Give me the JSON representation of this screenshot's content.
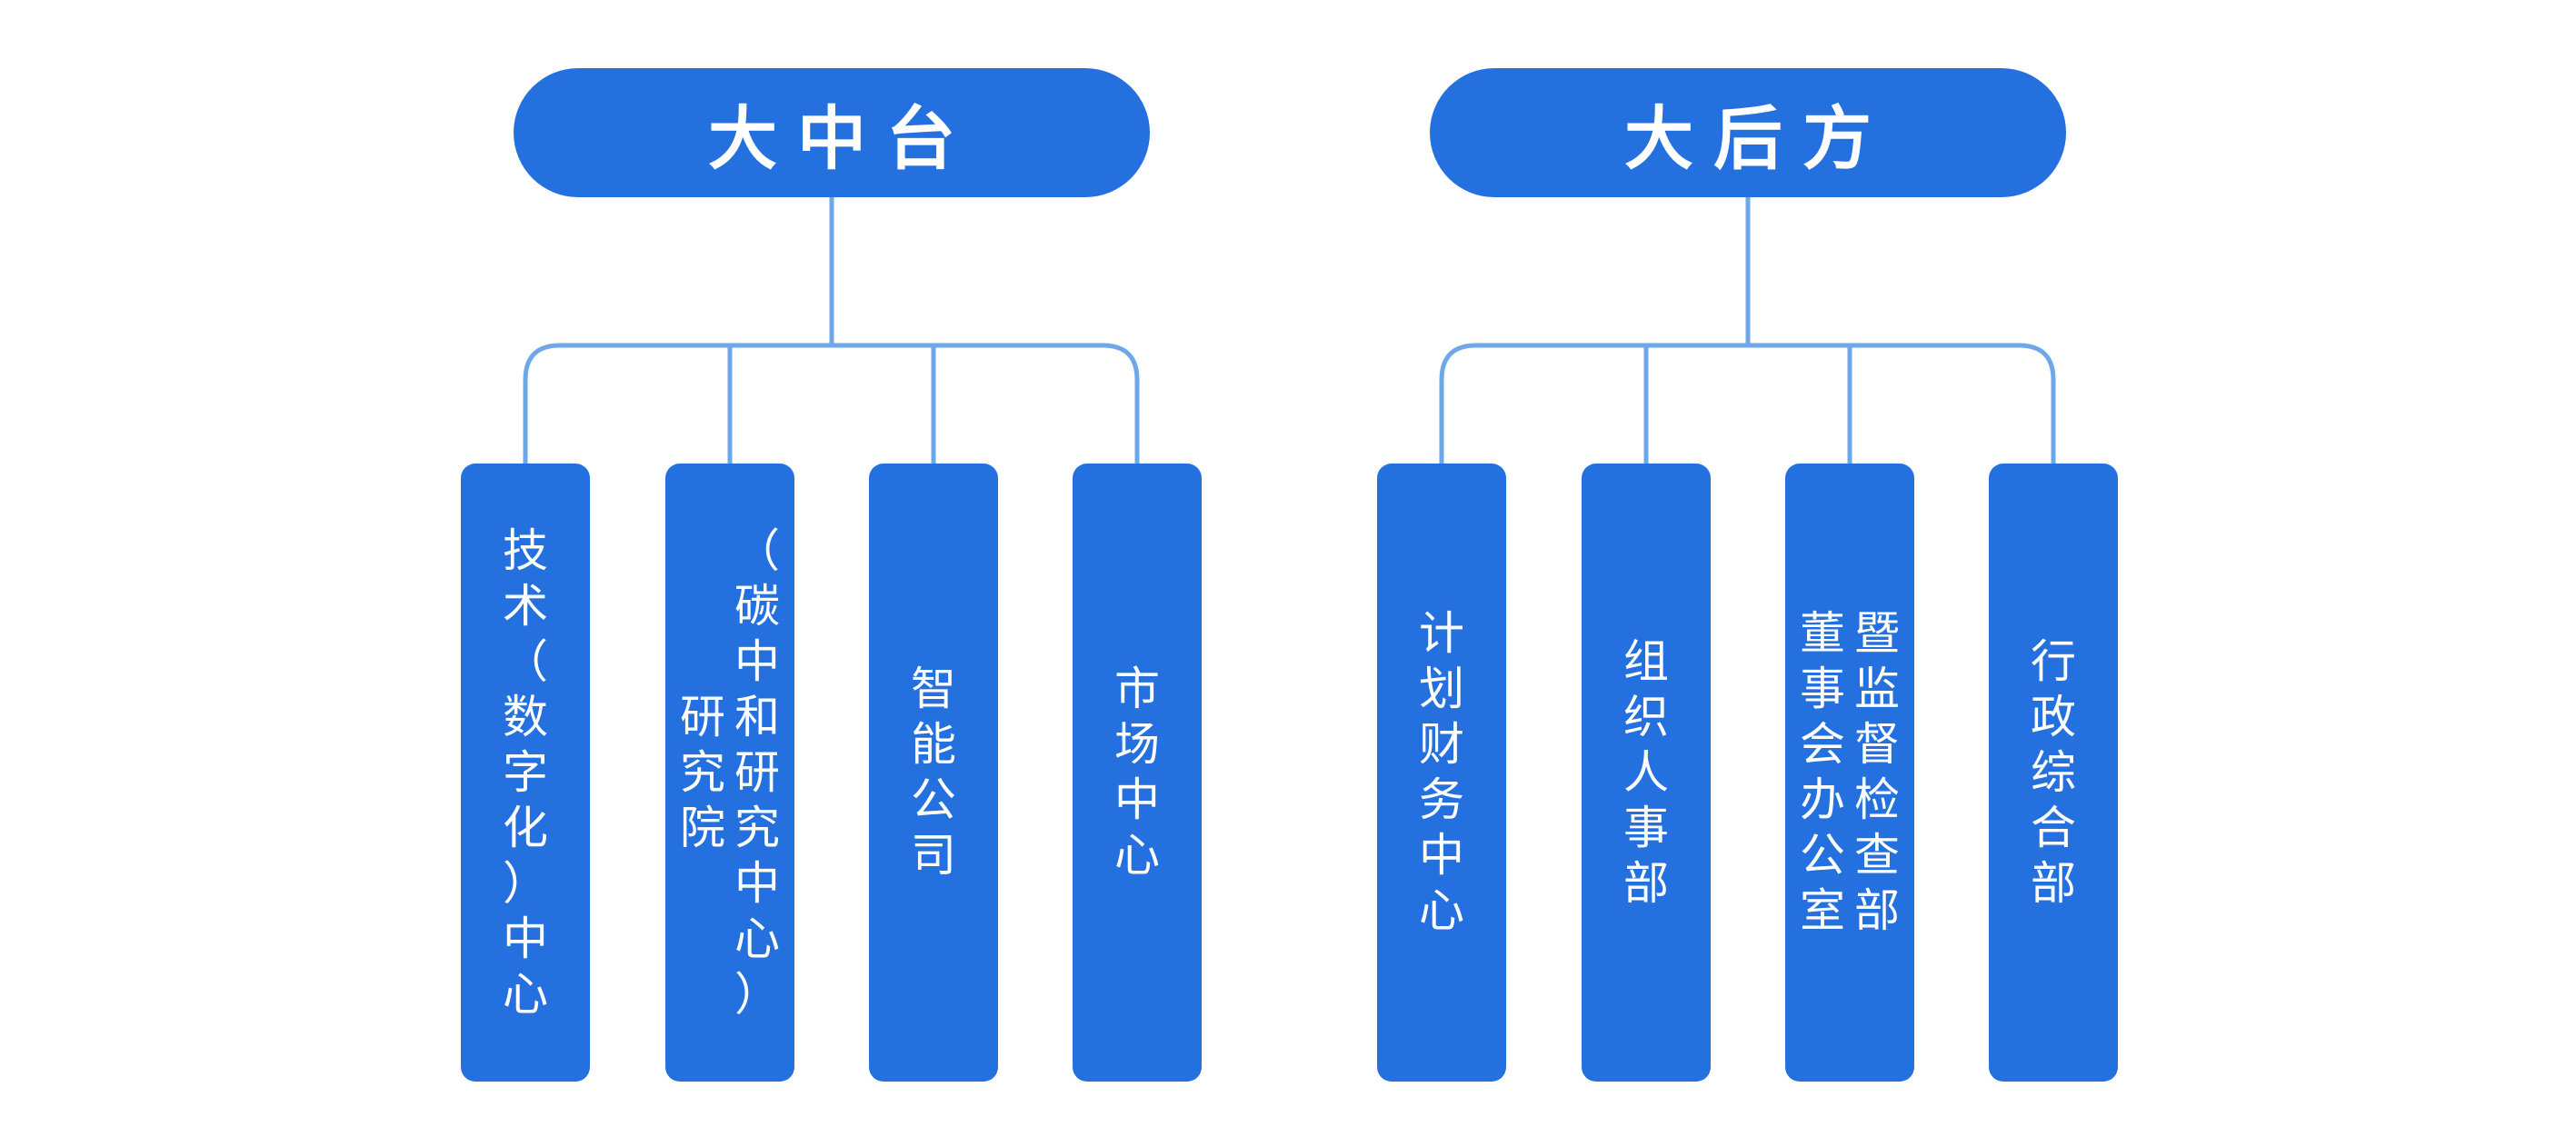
{
  "colors": {
    "node_fill": "#2470df",
    "connector": "#6ea8e6",
    "text": "#ffffff",
    "background": "#ffffff"
  },
  "groups": [
    {
      "title": "大中台",
      "children": [
        {
          "columns": [
            "技术（数字化）中心"
          ]
        },
        {
          "columns": [
            "（碳中和研究中心）",
            "研究院"
          ]
        },
        {
          "columns": [
            "智能公司"
          ]
        },
        {
          "columns": [
            "市场中心"
          ]
        }
      ]
    },
    {
      "title": "大后方",
      "children": [
        {
          "columns": [
            "计划财务中心"
          ]
        },
        {
          "columns": [
            "组织人事部"
          ]
        },
        {
          "columns": [
            "暨监督检查部",
            "董事会办公室"
          ]
        },
        {
          "columns": [
            "行政综合部"
          ]
        }
      ]
    }
  ]
}
